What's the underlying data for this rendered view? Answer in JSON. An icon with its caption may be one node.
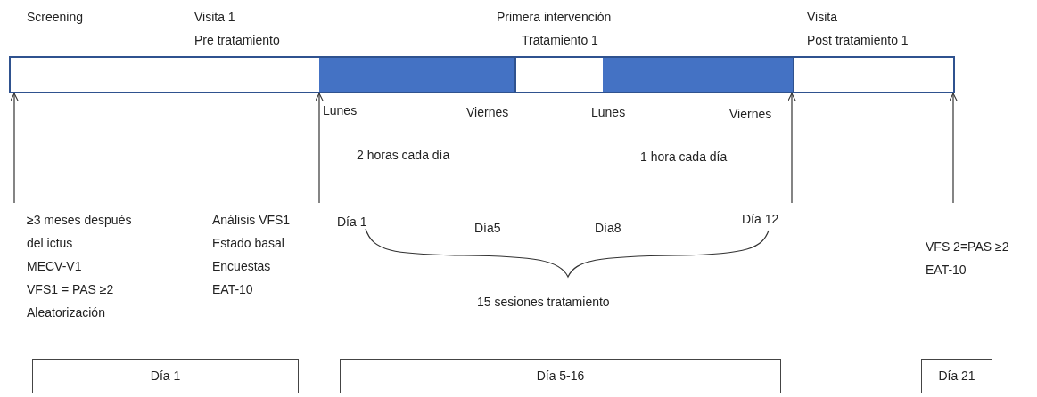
{
  "diagram": {
    "nodes": [
      {
        "text": [],
        "shape": "box"
      },
      {
        "text": [],
        "shape": "box"
      },
      {
        "text": [],
        "shape": "box"
      },
      {
        "text": [],
        "shape": "box"
      },
      {
        "text": [],
        "shape": "box"
      },
      {
        "text": [
          "Día 1"
        ]
      },
      {
        "text": [
          "Día 5-16"
        ]
      },
      {
        "text": [
          "Día 21"
        ]
      }
    ],
    "edges": [
      {
        "from": null,
        "to": 0,
        "arrow": "to"
      },
      {
        "from": null,
        "to": 1,
        "arrow": "to"
      },
      {
        "from": null,
        "to": 3,
        "arrow": "to"
      },
      {
        "from": null,
        "to": 4,
        "arrow": "to"
      }
    ],
    "labels": [
      "Screening",
      "Visita 1",
      "Primera intervención",
      "Visita",
      "Pre tratamiento",
      "Tratamiento 1",
      "Post tratamiento 1",
      "Lunes",
      "Viernes",
      "Lunes",
      "Viernes",
      "2 horas cada día",
      "1 hora cada día",
      "≥3 meses después del ictus",
      "MECV-V1",
      "VFS1 = PAS ≥2",
      "Aleatorización",
      "Análisis VFS1",
      "Estado basal",
      "Encuestas",
      "EAT-10",
      "Día 1",
      "Día5",
      "Día8",
      "Día 12",
      "15 sesiones tratamiento",
      "VFS 2=PAS ≥2",
      "EAT-10"
    ]
  }
}
